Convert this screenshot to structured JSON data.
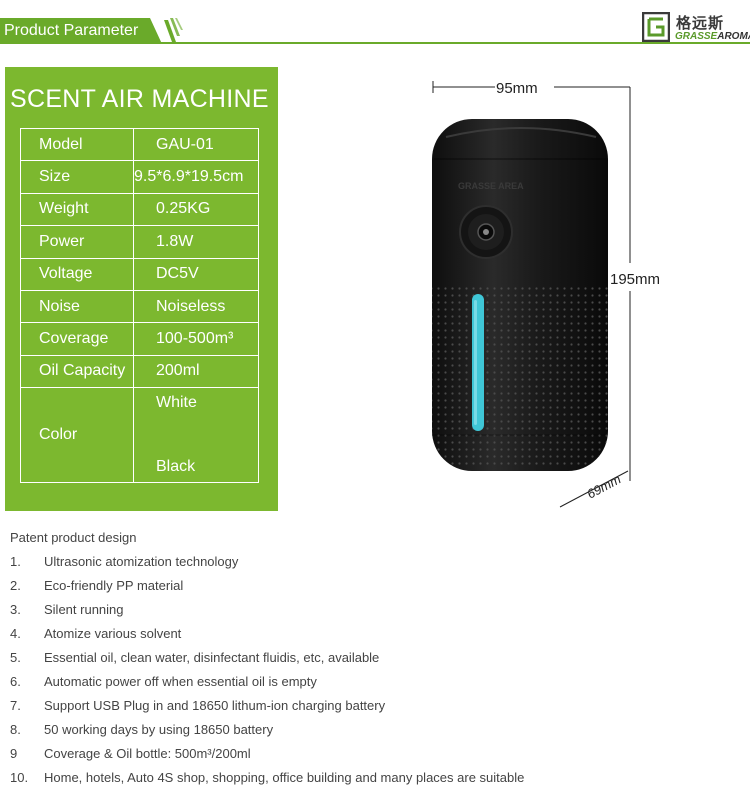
{
  "header": {
    "tag_label": "Product Parameter",
    "brand_cn": "格远斯",
    "brand_en_a": "GRASSE",
    "brand_en_b": "AROMA"
  },
  "card": {
    "title": "SCENT AIR MACHINE",
    "rows": [
      {
        "key": "Model",
        "value": "GAU-01"
      },
      {
        "key": "Size",
        "value": "9.5*6.9*19.5cm"
      },
      {
        "key": "Weight",
        "value": "0.25KG"
      },
      {
        "key": "Power",
        "value": "1.8W"
      },
      {
        "key": "Voltage",
        "value": "DC5V"
      },
      {
        "key": "Noise",
        "value": "Noiseless"
      },
      {
        "key": "Coverage",
        "value": "100-500m³"
      },
      {
        "key": "Oil Capacity",
        "value": "200ml"
      }
    ],
    "color_key": "Color",
    "color_values": [
      "White",
      "Black"
    ]
  },
  "product": {
    "dim_width": "95mm",
    "dim_height": "195mm",
    "dim_depth": "69mm",
    "device_brand": "GRASSE AREA"
  },
  "features": {
    "intro": "Patent product design",
    "items": [
      {
        "num": "1.",
        "text": "Ultrasonic atomization technology"
      },
      {
        "num": "2.",
        "text": "Eco-friendly PP material"
      },
      {
        "num": "3.",
        "text": "Silent running"
      },
      {
        "num": "4.",
        "text": "Atomize various solvent"
      },
      {
        "num": "5.",
        "text": "Essential oil, clean water, disinfectant fluidis, etc, available"
      },
      {
        "num": "6.",
        "text": "Automatic power off when essential oil is empty"
      },
      {
        "num": "7.",
        "text": "Support USB Plug in and 18650 lithum-ion charging battery"
      },
      {
        "num": "8.",
        "text": "50 working days by using 18650 battery"
      },
      {
        "num": "9",
        "text": "Coverage & Oil bottle: 500m³/200ml"
      },
      {
        "num": "10.",
        "text": "Home, hotels, Auto 4S shop, shopping, office building and many places are suitable"
      }
    ]
  },
  "colors": {
    "accent": "#7cb82f",
    "header_green": "#6aaa2a",
    "device_body": "#1b1b1b",
    "indicator": "#3fc6d6"
  }
}
